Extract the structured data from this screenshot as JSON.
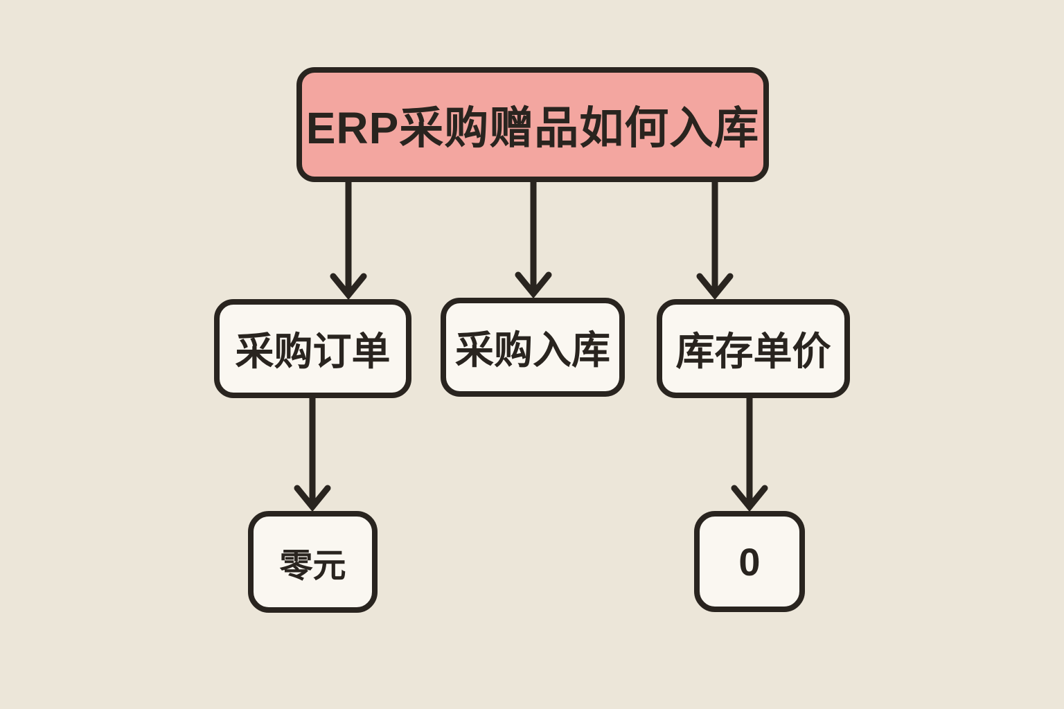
{
  "diagram": {
    "title": {
      "label": "ERP采购赠品如何入库"
    },
    "nodes": {
      "purchase_order": {
        "label": "采购订单"
      },
      "purchase_inbound": {
        "label": "采购入库"
      },
      "inventory_unit_price": {
        "label": "库存单价"
      },
      "zero_yuan": {
        "label": "零元"
      },
      "zero": {
        "label": "0"
      }
    },
    "edges": [
      {
        "from": "title",
        "to": "purchase_order"
      },
      {
        "from": "title",
        "to": "purchase_inbound"
      },
      {
        "from": "title",
        "to": "inventory_unit_price"
      },
      {
        "from": "purchase_order",
        "to": "zero_yuan"
      },
      {
        "from": "inventory_unit_price",
        "to": "zero"
      }
    ],
    "colors": {
      "background": "#ECE6D9",
      "title_fill": "#F3A6A0",
      "node_fill": "#FAF7F1",
      "stroke": "#29241F"
    }
  }
}
